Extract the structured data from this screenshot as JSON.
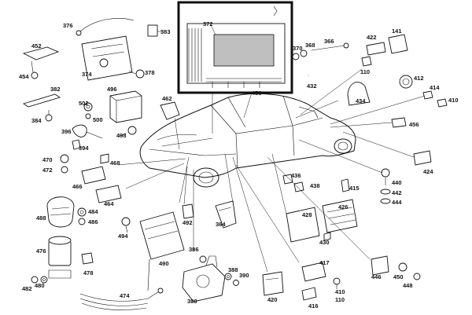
{
  "callouts": [
    {
      "id": "372",
      "label": "372"
    },
    {
      "id": "376",
      "label": "376"
    },
    {
      "id": "383",
      "label": "383"
    },
    {
      "id": "452",
      "label": "452"
    },
    {
      "id": "454",
      "label": "454"
    },
    {
      "id": "374",
      "label": "374"
    },
    {
      "id": "378",
      "label": "378"
    },
    {
      "id": "382",
      "label": "382"
    },
    {
      "id": "384",
      "label": "384"
    },
    {
      "id": "496",
      "label": "496"
    },
    {
      "id": "502",
      "label": "502"
    },
    {
      "id": "500",
      "label": "500"
    },
    {
      "id": "498",
      "label": "498"
    },
    {
      "id": "462",
      "label": "462"
    },
    {
      "id": "396",
      "label": "396"
    },
    {
      "id": "394",
      "label": "394"
    },
    {
      "id": "470",
      "label": "470"
    },
    {
      "id": "472",
      "label": "472"
    },
    {
      "id": "468",
      "label": "468"
    },
    {
      "id": "466",
      "label": "466"
    },
    {
      "id": "464",
      "label": "464"
    },
    {
      "id": "488",
      "label": "488"
    },
    {
      "id": "484",
      "label": "484"
    },
    {
      "id": "486",
      "label": "486"
    },
    {
      "id": "476",
      "label": "476"
    },
    {
      "id": "478",
      "label": "478"
    },
    {
      "id": "482",
      "label": "482"
    },
    {
      "id": "480",
      "label": "480"
    },
    {
      "id": "474",
      "label": "474"
    },
    {
      "id": "494",
      "label": "494"
    },
    {
      "id": "492",
      "label": "492"
    },
    {
      "id": "490",
      "label": "490"
    },
    {
      "id": "386",
      "label": "386"
    },
    {
      "id": "388",
      "label": "388"
    },
    {
      "id": "390",
      "label": "390"
    },
    {
      "id": "380",
      "label": "380"
    },
    {
      "id": "364",
      "label": "364"
    },
    {
      "id": "420",
      "label": "420"
    },
    {
      "id": "417",
      "label": "417"
    },
    {
      "id": "416",
      "label": "416"
    },
    {
      "id": "410",
      "label": "410"
    },
    {
      "id": "428",
      "label": "428"
    },
    {
      "id": "426",
      "label": "426"
    },
    {
      "id": "430",
      "label": "430"
    },
    {
      "id": "436",
      "label": "436"
    },
    {
      "id": "438",
      "label": "438"
    },
    {
      "id": "415",
      "label": "415"
    },
    {
      "id": "440",
      "label": "440"
    },
    {
      "id": "442",
      "label": "442"
    },
    {
      "id": "444",
      "label": "444"
    },
    {
      "id": "446",
      "label": "446"
    },
    {
      "id": "450",
      "label": "450"
    },
    {
      "id": "448",
      "label": "448"
    },
    {
      "id": "424",
      "label": "424"
    },
    {
      "id": "456",
      "label": "456"
    },
    {
      "id": "434",
      "label": "434"
    },
    {
      "id": "432",
      "label": "432"
    },
    {
      "id": "110a",
      "label": "110"
    },
    {
      "id": "422",
      "label": "422"
    },
    {
      "id": "141",
      "label": "141"
    },
    {
      "id": "412",
      "label": "412"
    },
    {
      "id": "414",
      "label": "414"
    },
    {
      "id": "410b",
      "label": "410"
    },
    {
      "id": "366",
      "label": "366"
    },
    {
      "id": "368",
      "label": "368"
    },
    {
      "id": "370",
      "label": "370"
    },
    {
      "id": "458",
      "label": "458"
    },
    {
      "id": "110b",
      "label": "110"
    }
  ]
}
